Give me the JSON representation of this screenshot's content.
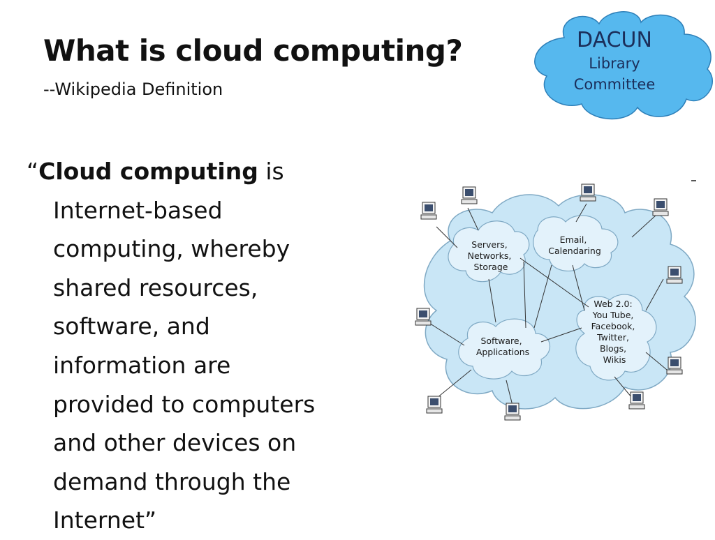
{
  "slide": {
    "title": "What is cloud computing?",
    "subtitle": "--Wikipedia Definition"
  },
  "badge": {
    "line1": "DACUN",
    "line2": "Library",
    "line3": "Committee",
    "fill_color": "#56b8ee",
    "text_color": "#1b2e5a",
    "icon": "thought-bubble"
  },
  "definition": {
    "lead_quote": "“",
    "bold_term": "Cloud computing",
    "lines": [
      " is",
      "Internet-based",
      "computing, whereby",
      "shared resources,",
      "software, and",
      "information are",
      "provided to computers",
      "and other devices on",
      "demand through the",
      "Internet”"
    ]
  },
  "diagram": {
    "cloud_color": "#c9e6f6",
    "nodes": {
      "servers": [
        "Servers,",
        "Networks,",
        "Storage"
      ],
      "email": [
        "Email,",
        "Calendaring"
      ],
      "web": [
        "Web 2.0:",
        "You Tube,",
        "Facebook,",
        "Twitter,",
        "Blogs,",
        "Wikis"
      ],
      "software": [
        "Software,",
        "Applications"
      ]
    },
    "computer_icon": "computer-terminal-icon"
  }
}
